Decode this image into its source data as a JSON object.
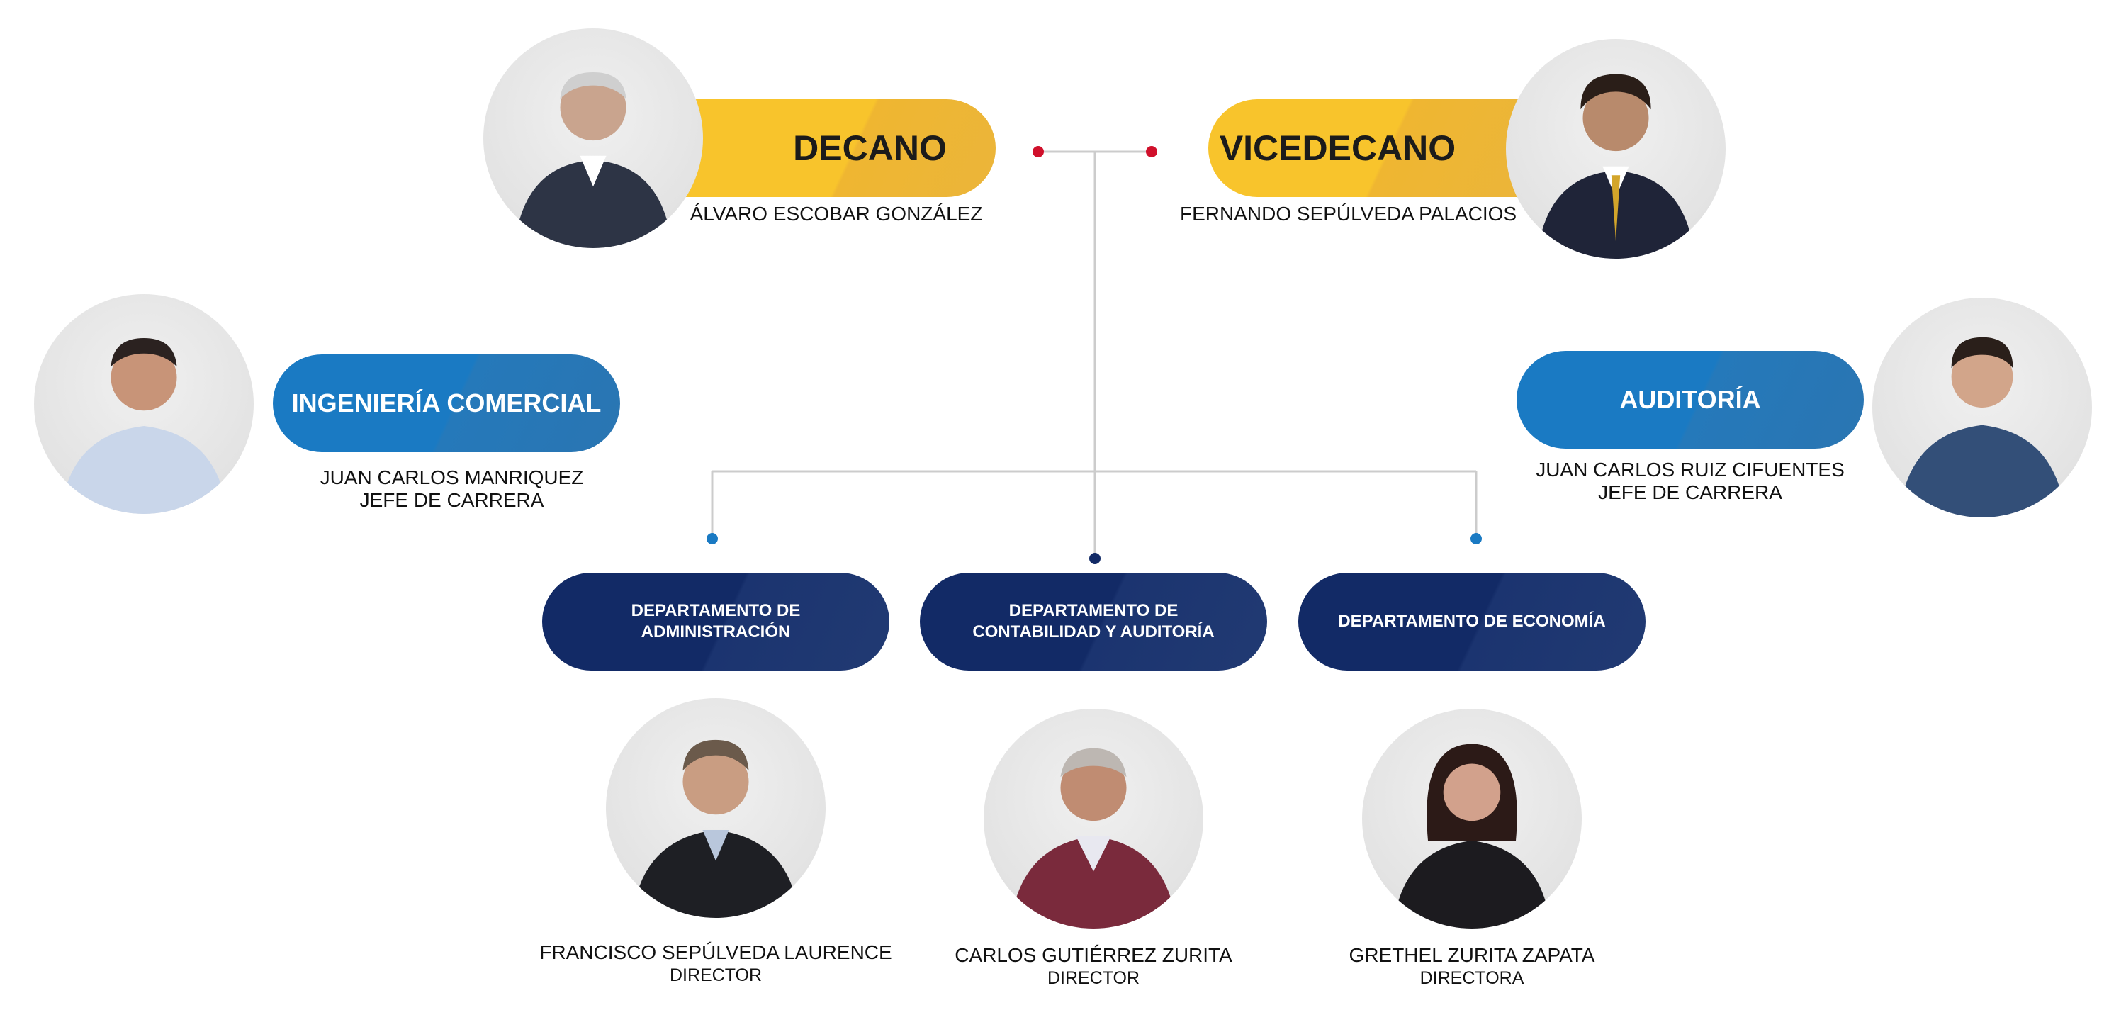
{
  "top": {
    "dean": {
      "title": "DECANO",
      "name": "ÁLVARO ESCOBAR GONZÁLEZ"
    },
    "vicedean": {
      "title": "VICEDECANO",
      "name": "FERNANDO SEPÚLVEDA PALACIOS"
    }
  },
  "programs": [
    {
      "title": "INGENIERÍA COMERCIAL",
      "name": "JUAN CARLOS MANRIQUEZ",
      "role": "JEFE DE CARRERA"
    },
    {
      "title": "AUDITORÍA",
      "name": "JUAN CARLOS RUIZ CIFUENTES",
      "role": "JEFE DE CARRERA"
    }
  ],
  "departments": [
    {
      "title_line1": "DEPARTAMENTO DE",
      "title_line2": "ADMINISTRACIÓN",
      "name": "FRANCISCO SEPÚLVEDA LAURENCE",
      "role": "DIRECTOR"
    },
    {
      "title_line1": "DEPARTAMENTO DE",
      "title_line2": "CONTABILIDAD Y AUDITORÍA",
      "name": "CARLOS GUTIÉRREZ ZURITA",
      "role": "DIRECTOR"
    },
    {
      "title_line1": "DEPARTAMENTO DE ECONOMÍA",
      "title_line2": "",
      "name": "GRETHEL ZURITA ZAPATA",
      "role": "DIRECTORA"
    }
  ],
  "colors": {
    "yellow": "#f8c42c",
    "blue": "#1a7ac3",
    "navy": "#122a66",
    "connector": "#cccccc",
    "dot_red": "#d0102b"
  }
}
